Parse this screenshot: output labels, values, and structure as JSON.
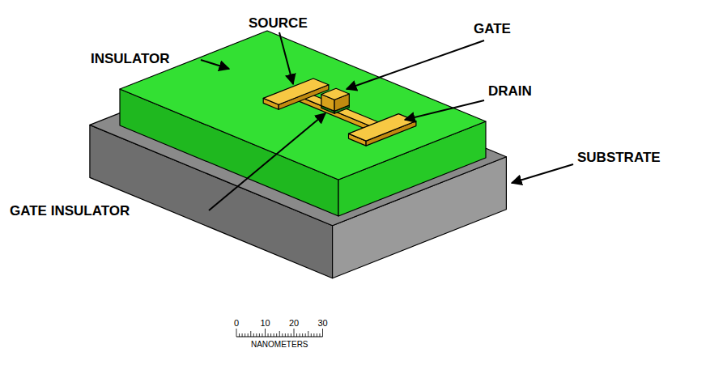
{
  "diagram": {
    "labels": [
      "SOURCE",
      "GATE",
      "INSULATOR",
      "DRAIN",
      "SUBSTRATE",
      "GATE INSULATOR",
      "0",
      "10",
      "20",
      "30",
      "NANOMETERS"
    ]
  }
}
